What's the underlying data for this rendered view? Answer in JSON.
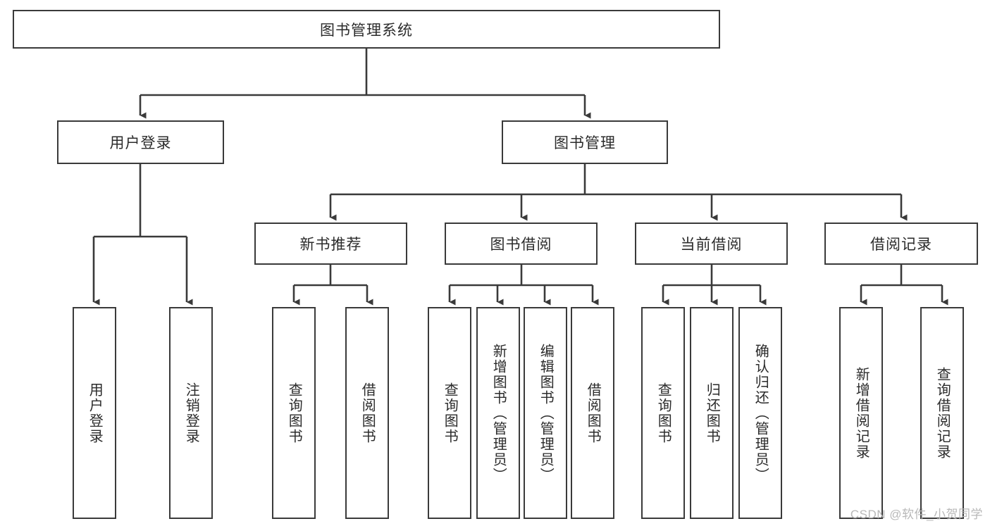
{
  "diagram": {
    "title": "图书管理系统",
    "type": "hierarchy-tree",
    "watermark": "CSDN @软件_小贺同学",
    "colors": {
      "background": "#ffffff",
      "box_border": "#3a3a3a",
      "box_fill": "#ffffff",
      "text": "#2b2b2b",
      "connector": "#3a3a3a",
      "watermark": "#b8b8b8"
    },
    "levels": {
      "root": {
        "label": "图书管理系统"
      },
      "level2": [
        {
          "label": "用户登录"
        },
        {
          "label": "图书管理"
        }
      ],
      "level3": [
        {
          "label": "新书推荐"
        },
        {
          "label": "图书借阅"
        },
        {
          "label": "当前借阅"
        },
        {
          "label": "借阅记录"
        }
      ],
      "leaves": {
        "user_login": [
          {
            "label": "用户登录"
          },
          {
            "label": "注销登录"
          }
        ],
        "new_book_recommend": [
          {
            "label": "查询图书"
          },
          {
            "label": "借阅图书"
          }
        ],
        "book_borrow": [
          {
            "label": "查询图书"
          },
          {
            "label": "新增图书（管理员）"
          },
          {
            "label": "编辑图书（管理员）"
          },
          {
            "label": "借阅图书"
          }
        ],
        "current_borrow": [
          {
            "label": "查询图书"
          },
          {
            "label": "归还图书"
          },
          {
            "label": "确认归还（管理员）"
          }
        ],
        "borrow_record": [
          {
            "label": "新增借阅记录"
          },
          {
            "label": "查询借阅记录"
          }
        ]
      }
    }
  }
}
